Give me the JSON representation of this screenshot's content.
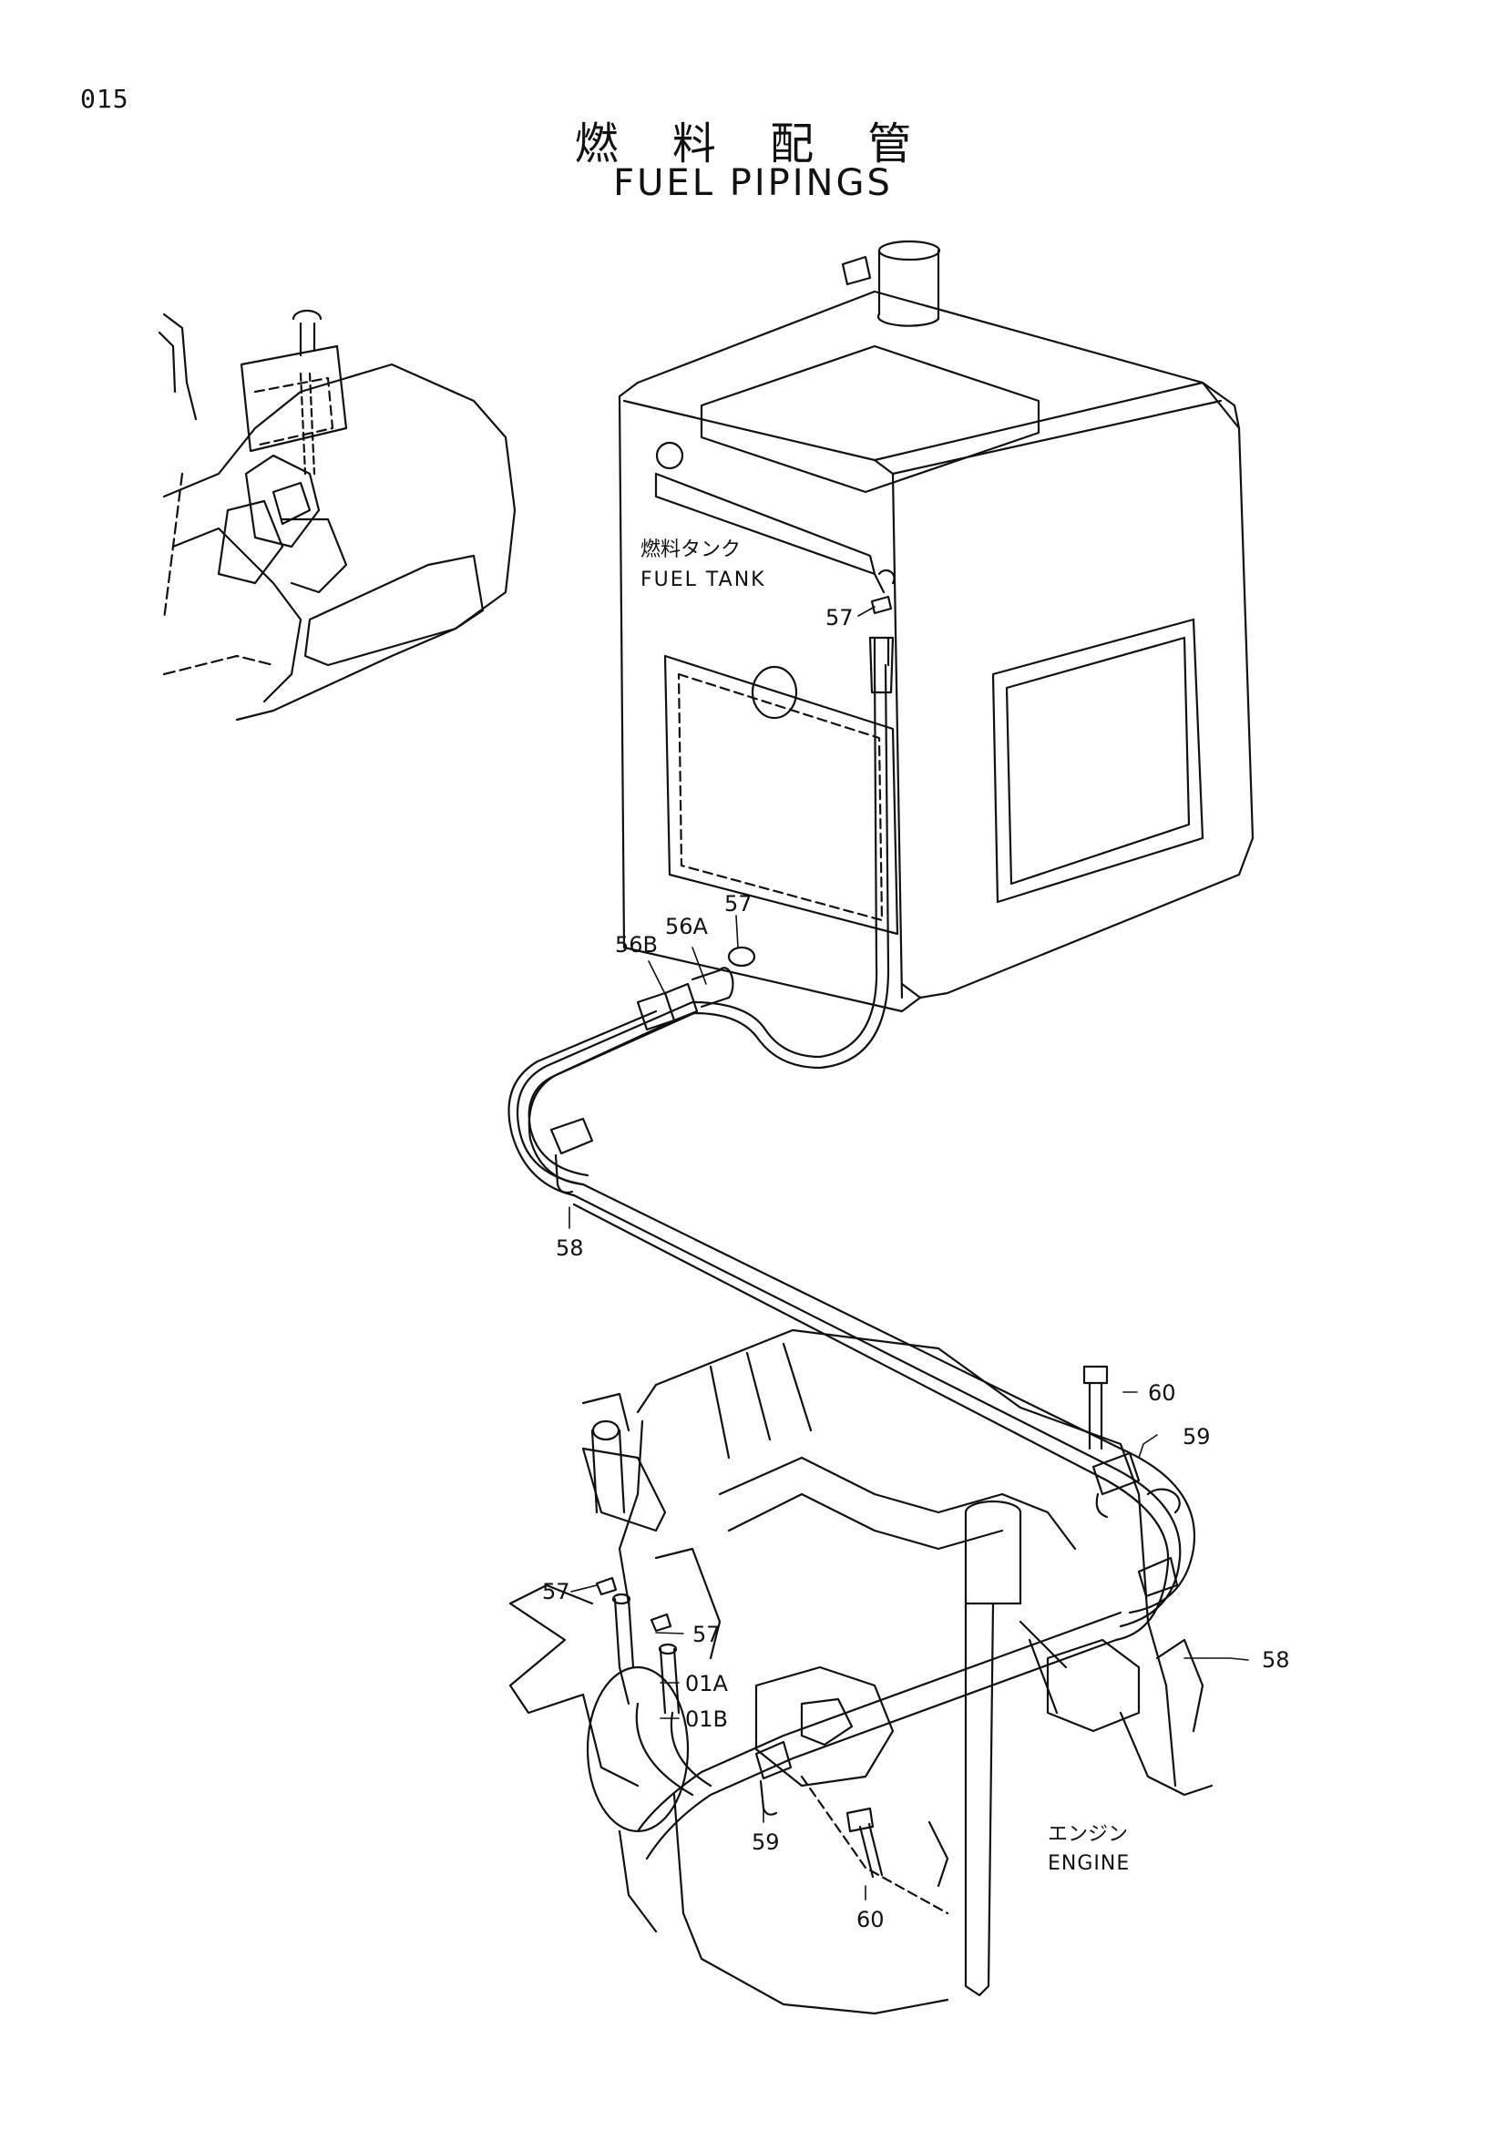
{
  "page_number": "015",
  "title_jp": "燃 料 配 管",
  "title_en": "FUEL PIPINGS",
  "labels": {
    "fuel_tank_jp": "燃料タンク",
    "fuel_tank_en": "FUEL TANK",
    "engine_jp": "エンジン",
    "engine_en": "ENGINE"
  },
  "callouts": {
    "c57_tank": "57",
    "c57_mid": "57",
    "c56A": "56A",
    "c56B": "56B",
    "c58_left": "58",
    "c60_top": "60",
    "c59_top": "59",
    "c58_right": "58",
    "c57_eng_left": "57",
    "c57_eng_right": "57",
    "c01A": "01A",
    "c01B": "01B",
    "c59_bottom": "59",
    "c60_bottom": "60"
  }
}
